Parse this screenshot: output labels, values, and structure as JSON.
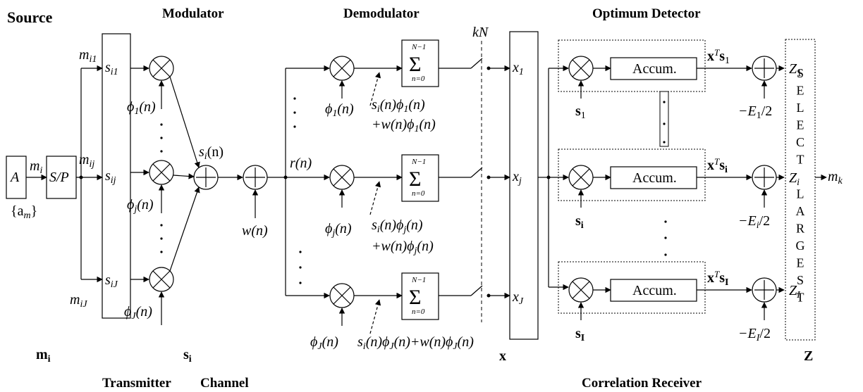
{
  "headers": {
    "source": "Source",
    "modulator": "Modulator",
    "demodulator": "Demodulator",
    "optimum_detector": "Optimum Detector",
    "transmitter": "Transmitter",
    "channel": "Channel",
    "correlation_receiver": "Correlation Receiver"
  },
  "bottom_labels": {
    "m": "m",
    "m_sub": "i",
    "s": "s",
    "s_sub": "i",
    "x": "x",
    "z": "Z"
  },
  "source_block": {
    "label": "A",
    "symbols": "{a",
    "symbols_sub": "m",
    "symbols_end": "}",
    "mi": "m",
    "mi_sub": "i"
  },
  "sp_block": {
    "label": "S/P"
  },
  "transmitter_branches": {
    "m": [
      "m",
      "m",
      "m"
    ],
    "m_sub": [
      "i1",
      "ij",
      "iJ"
    ],
    "s": [
      "s",
      "s",
      "s"
    ],
    "s_sub": [
      "i1",
      "ij",
      "iJ"
    ],
    "phi": [
      "1",
      "j",
      "J"
    ]
  },
  "modulator_out": {
    "s": "s",
    "sub": "i",
    "arg": "(n)"
  },
  "channel": {
    "noise": "w(n)",
    "received": "r(n)"
  },
  "demod_branches": {
    "phi_sub": [
      "1",
      "j",
      "J"
    ],
    "sum_top": "N−1",
    "sum_bottom": "n=0",
    "sum_symbol": "Σ",
    "x": [
      "x",
      "x",
      "x"
    ],
    "x_sub": [
      "1",
      "j",
      "J"
    ],
    "kN": "kN"
  },
  "detector_branches": {
    "accum": "Accum.",
    "s": [
      "s",
      "s",
      "s"
    ],
    "s_sub": [
      "1",
      "i",
      "I"
    ],
    "z": [
      "Z",
      "Z",
      "Z"
    ],
    "z_sub": [
      "1",
      "i",
      "I"
    ],
    "e_sub": [
      "1",
      "i",
      "I"
    ],
    "e_pre": "−E",
    "e_post": "/2",
    "xt": "x",
    "xt_sup": "T",
    "xt_s": "s"
  },
  "select_largest": [
    "S",
    "E",
    "L",
    "E",
    "C",
    "T",
    "",
    "L",
    "A",
    "R",
    "G",
    "E",
    "S",
    "T"
  ],
  "output": {
    "m": "m",
    "sub": "k"
  }
}
